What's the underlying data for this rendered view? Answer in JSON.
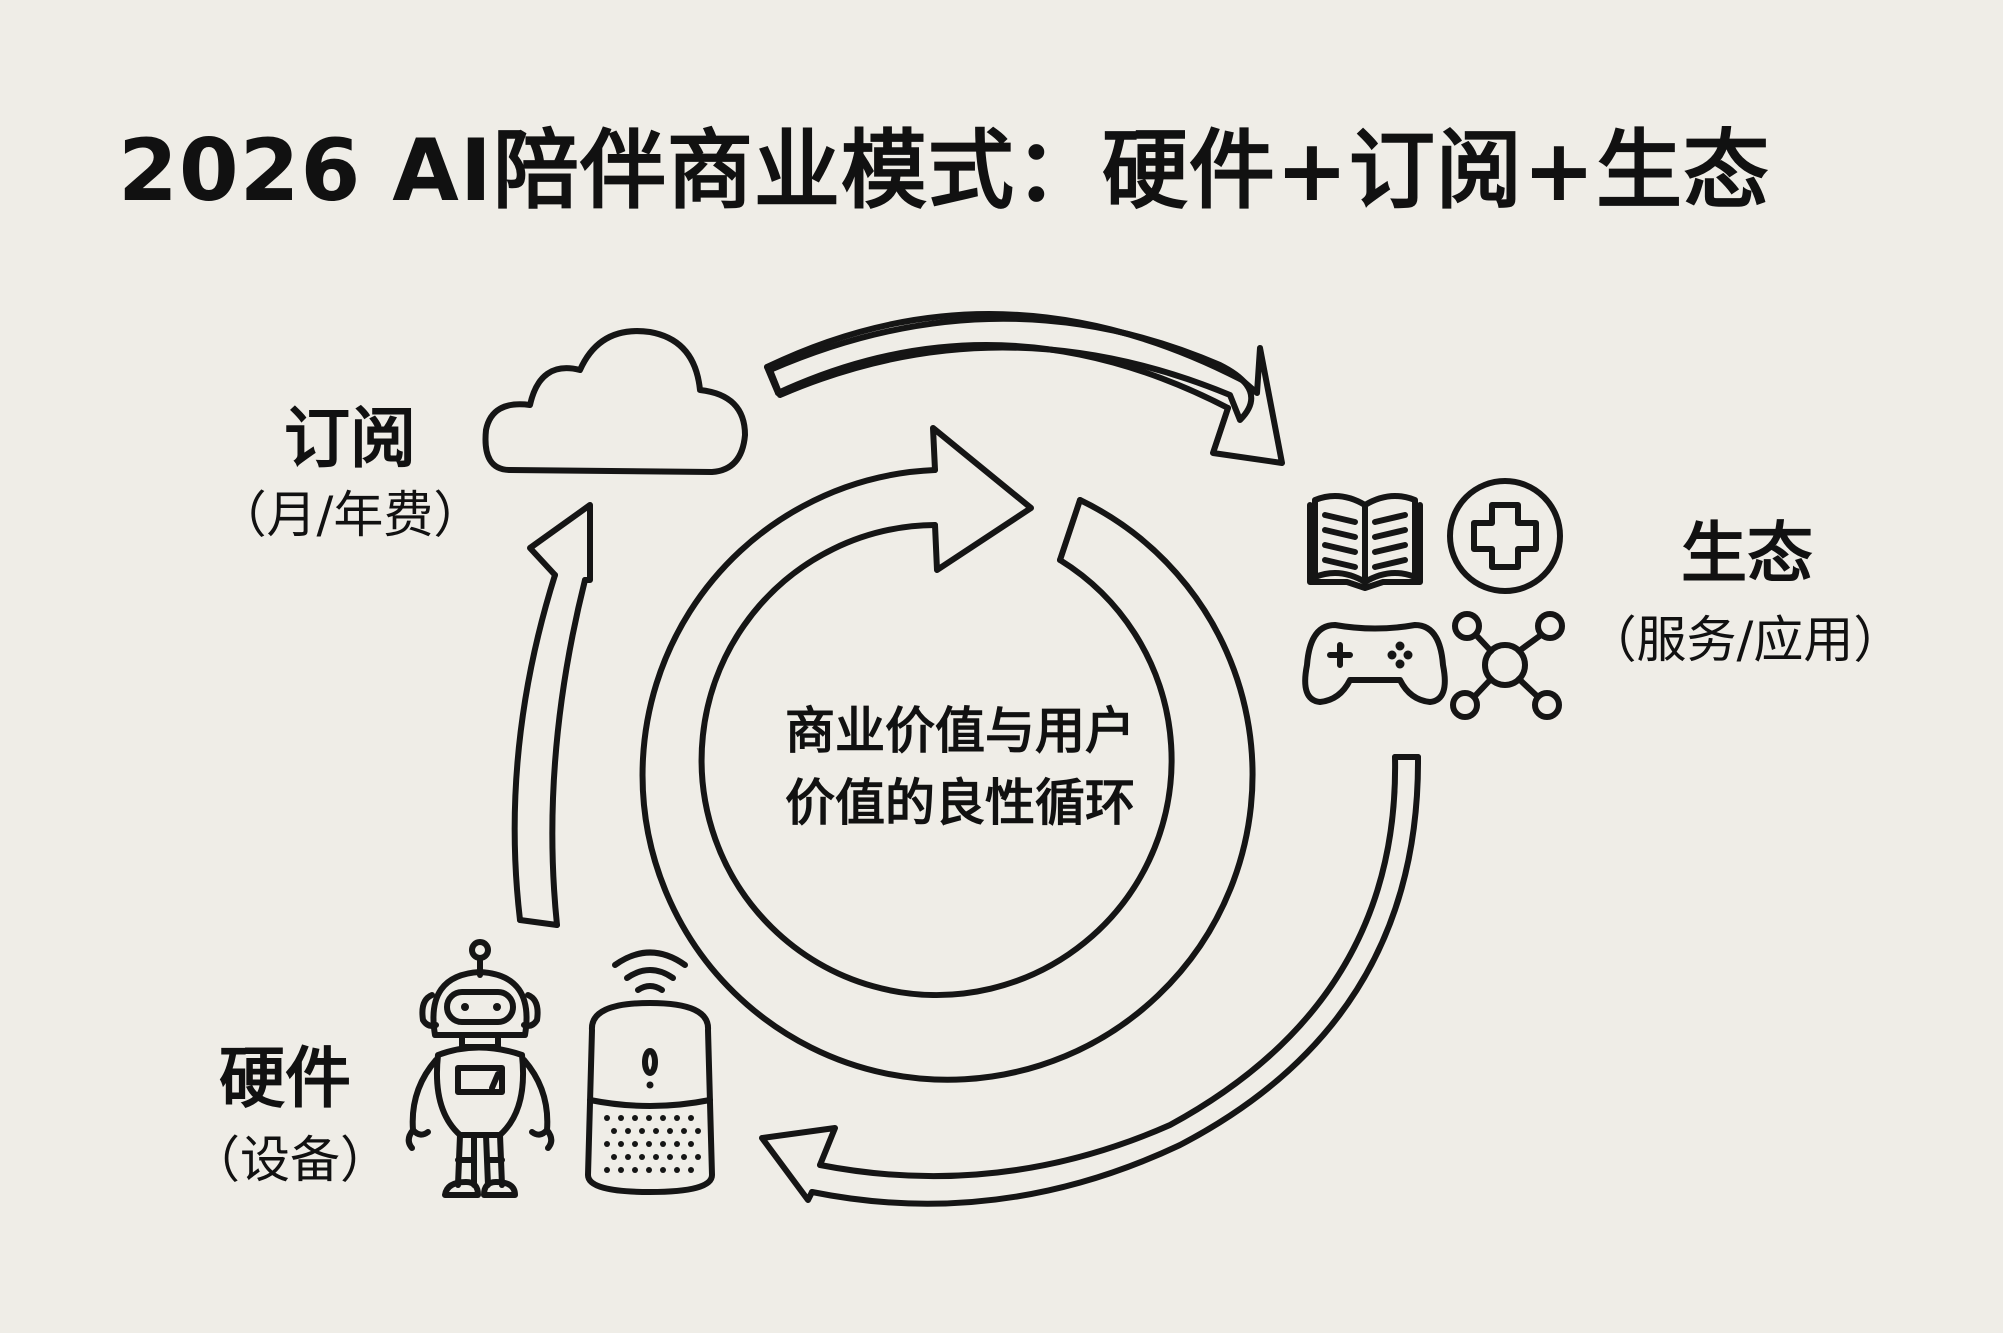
{
  "title": "2026  AI陪伴商业模式：硬件+订阅+生态",
  "nodes": {
    "subscription": {
      "label": "订阅",
      "sublabel": "（月/年费）",
      "icons": [
        "cloud-icon"
      ]
    },
    "ecosystem": {
      "label": "生态",
      "sublabel": "（服务/应用）",
      "icons": [
        "book-icon",
        "medical-cross-icon",
        "gamepad-icon",
        "network-icon"
      ]
    },
    "hardware": {
      "label": "硬件",
      "sublabel": "（设备）",
      "icons": [
        "robot-icon",
        "smart-speaker-icon"
      ]
    }
  },
  "center": {
    "line1": "商业价值与用户",
    "line2": "价值的良性循环"
  },
  "flow": [
    {
      "from": "hardware",
      "to": "subscription"
    },
    {
      "from": "subscription",
      "to": "ecosystem"
    },
    {
      "from": "ecosystem",
      "to": "hardware"
    }
  ],
  "colors": {
    "ink": "#151515",
    "paper": "#efede7"
  }
}
